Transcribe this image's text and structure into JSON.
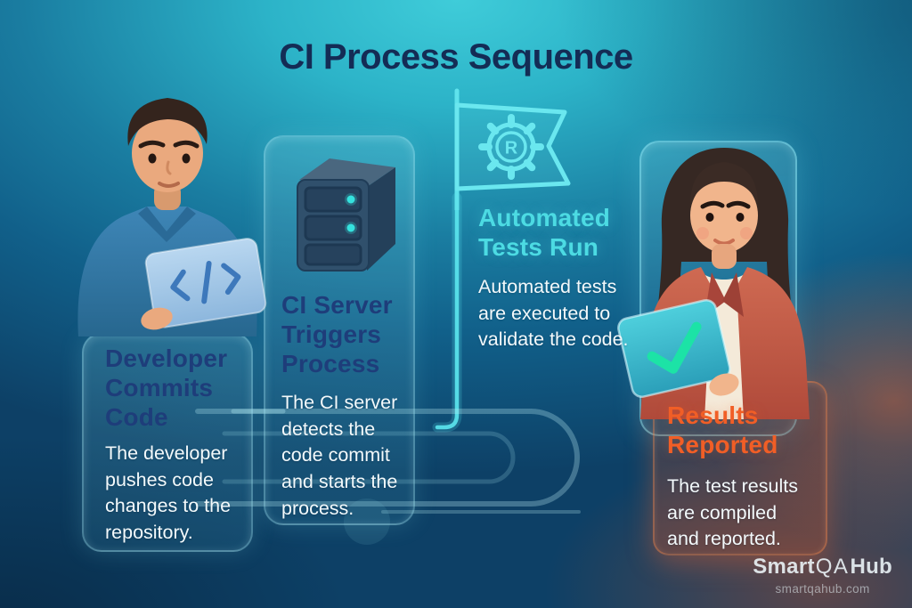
{
  "title": "CI Process Sequence",
  "steps": [
    {
      "heading": "Developer Commits Code",
      "body": "The developer pushes code changes to the repository.",
      "icon": "developer-illustration",
      "heading_color": "#1e3d7a"
    },
    {
      "heading": "CI Server Triggers Process",
      "body": "The CI server detects the code commit and starts the process.",
      "icon": "server-icon",
      "heading_color": "#1e3d7a"
    },
    {
      "heading": "Automated Tests Run",
      "body": "Automated tests are executed to validate the code.",
      "icon": "flag-gear-icon",
      "heading_color": "#4cdbe3"
    },
    {
      "heading": "Results Reported",
      "body": "The test results are compiled and reported.",
      "icon": "qa-engineer-illustration",
      "heading_color": "#f15e26"
    }
  ],
  "flag_badge_letter": "R",
  "brand": {
    "smart": "Smart",
    "qa": "QA",
    "hub": "Hub",
    "website": "smartqahub.com"
  },
  "palette": {
    "title_text": "#142c55",
    "heading_blue": "#1e3d7a",
    "heading_cyan": "#4cdbe3",
    "heading_orange": "#f15e26",
    "body_text": "#f3f9fb",
    "accent_cyan": "#5fe3ec",
    "accent_orange": "#f2703a",
    "background_top": "#3fccd9",
    "background_deep": "#0d4066",
    "led_cyan": "#35e2de",
    "check_green": "#1ce3a6"
  }
}
